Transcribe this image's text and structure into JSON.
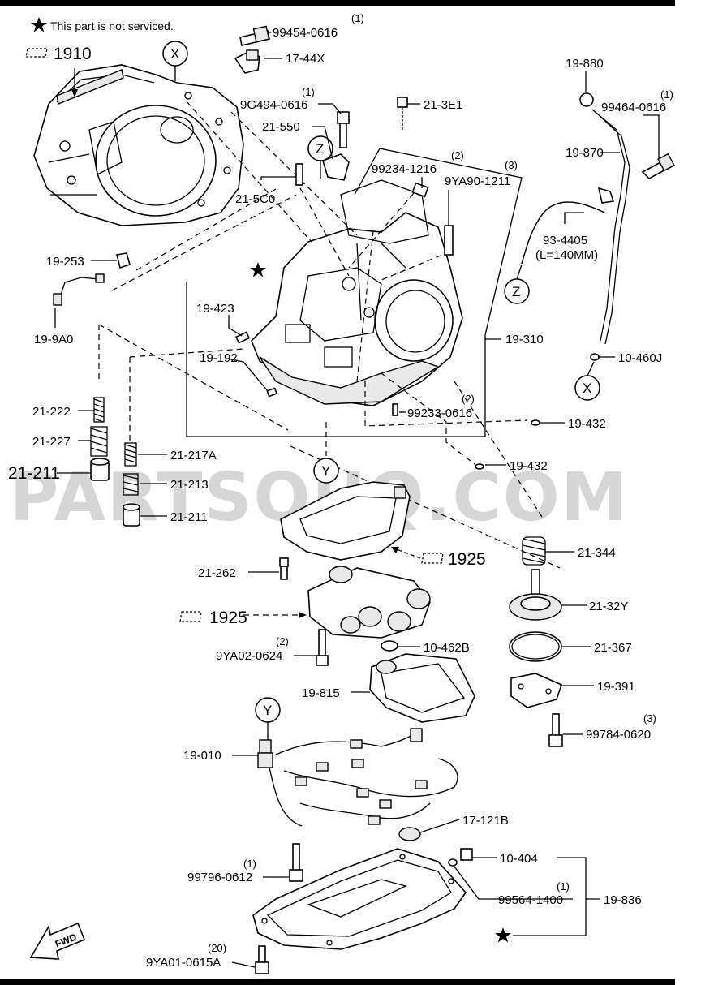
{
  "note": "This part is not serviced.",
  "watermark": "PARTSOUQ.COM",
  "ref_markers": {
    "z": "Z",
    "x": "X",
    "y": "Y"
  },
  "group_refs": {
    "case": "1910",
    "valve_body_a": "1925",
    "valve_body_b": "1925"
  },
  "labels": {
    "l99454": "99454-0616",
    "q99454": "(1)",
    "l1744x": "17-44X",
    "l9g494": "9G494-0616",
    "q9g494": "(1)",
    "l213e1": "21-3E1",
    "l21550": "21-550",
    "l99234": "99234-1216",
    "q99234": "(2)",
    "l9ya90": "9YA90-1211",
    "q9ya90": "(3)",
    "l215c0": "21-5C0",
    "l19880": "19-880",
    "l99464": "99464-0616",
    "q99464": "(1)",
    "l19870": "19-870",
    "l934405": "93-4405",
    "l934405b": "(L=140MM)",
    "l19253": "19-253",
    "l199a0": "19-9A0",
    "l19423": "19-423",
    "l19192": "19-192",
    "l19310": "19-310",
    "l10460j": "10-460J",
    "l99233": "99233-0616",
    "q99233": "(2)",
    "l21222": "21-222",
    "l21227": "21-227",
    "l21211a": "21-211",
    "l21217a": "21-217A",
    "l21213": "21-213",
    "l21211b": "21-211",
    "l19432a": "19-432",
    "l19432b": "19-432",
    "l21262": "21-262",
    "l21344": "21-344",
    "l2132y": "21-32Y",
    "l9ya02": "9YA02-0624",
    "q9ya02": "(2)",
    "l10462b": "10-462B",
    "l21367": "21-367",
    "l19815": "19-815",
    "l19391": "19-391",
    "l99784": "99784-0620",
    "q99784": "(3)",
    "l19010": "19-010",
    "l17121b": "17-121B",
    "l10404": "10-404",
    "l99796": "99796-0612",
    "q99796": "(1)",
    "l99564": "99564-1400",
    "q99564": "(1)",
    "l19836": "19-836",
    "l9ya01": "9YA01-0615A",
    "q9ya01": "(20)"
  },
  "fwd_label": "FWD",
  "icons": [
    "star-icon",
    "fwd-arrow-icon",
    "group-ref-icon"
  ]
}
